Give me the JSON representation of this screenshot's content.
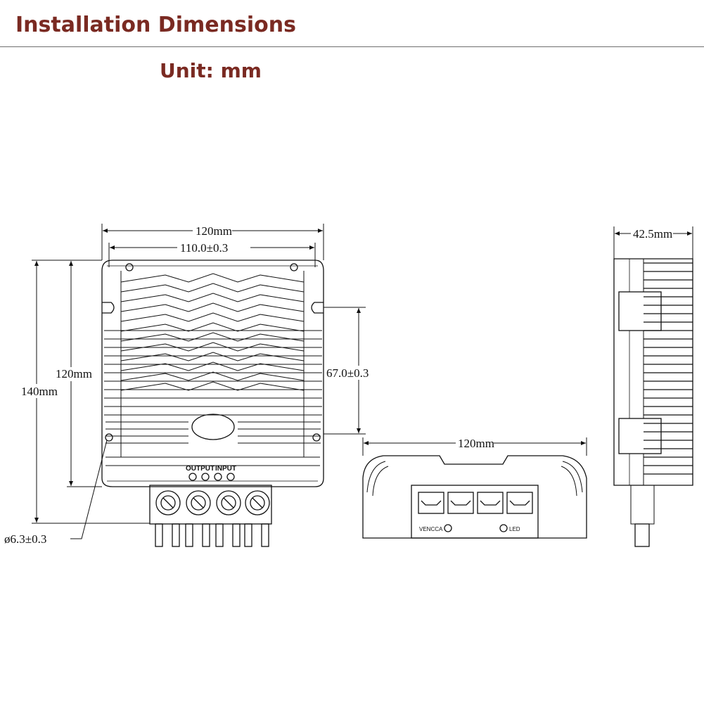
{
  "header": {
    "title": "Installation Dimensions",
    "unit": "Unit: mm"
  },
  "front_view": {
    "width_outer": "120mm",
    "width_holes": "110.0±0.3",
    "height_total": "140mm",
    "height_body": "120mm",
    "hole_spacing": "67.0±0.3",
    "hole_diameter": "ø6.3±0.3",
    "terminal_label_output": "OUTPUT",
    "terminal_label_input": "INPUT"
  },
  "bottom_view": {
    "width": "120mm",
    "label_left": "VENCCA",
    "label_right": "LED"
  },
  "side_view": {
    "depth": "42.5mm"
  }
}
